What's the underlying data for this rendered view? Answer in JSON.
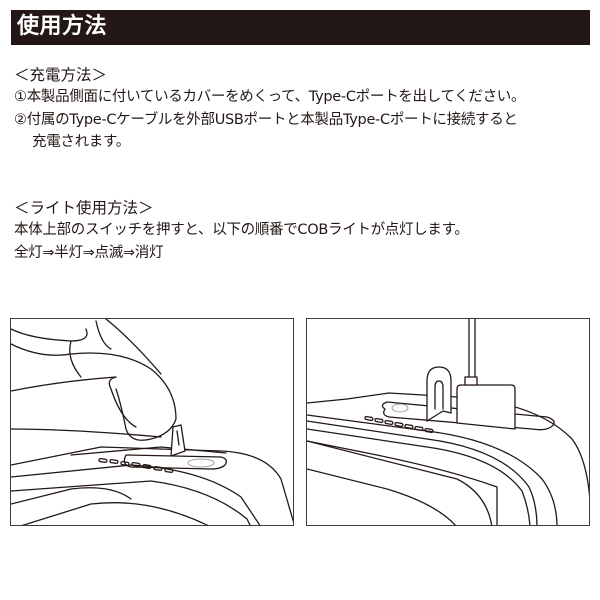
{
  "header": {
    "title": "使用方法",
    "background_color": "#231815",
    "text_color": "#ffffff"
  },
  "charging": {
    "title": "＜充電方法＞",
    "steps": [
      "①本製品側面に付いているカバーをめくって、Type-Cポートを出してください。",
      "②付属のType-Cケーブルを外部USBポートと本製品Type-Cポートに接続すると",
      "充電されます。"
    ]
  },
  "light": {
    "title": "＜ライト使用方法＞",
    "lines": [
      "本体上部のスイッチを押すと、以下の順番でCOBライトが点灯します。",
      "全灯⇒半灯⇒点滅⇒消灯"
    ]
  },
  "figures": [
    {
      "name": "finger-pressing-switch",
      "description": "Finger pressing the top switch of the device"
    },
    {
      "name": "type-c-cable-connected",
      "description": "Cover flipped open with Type-C cable plugged into the port"
    }
  ]
}
